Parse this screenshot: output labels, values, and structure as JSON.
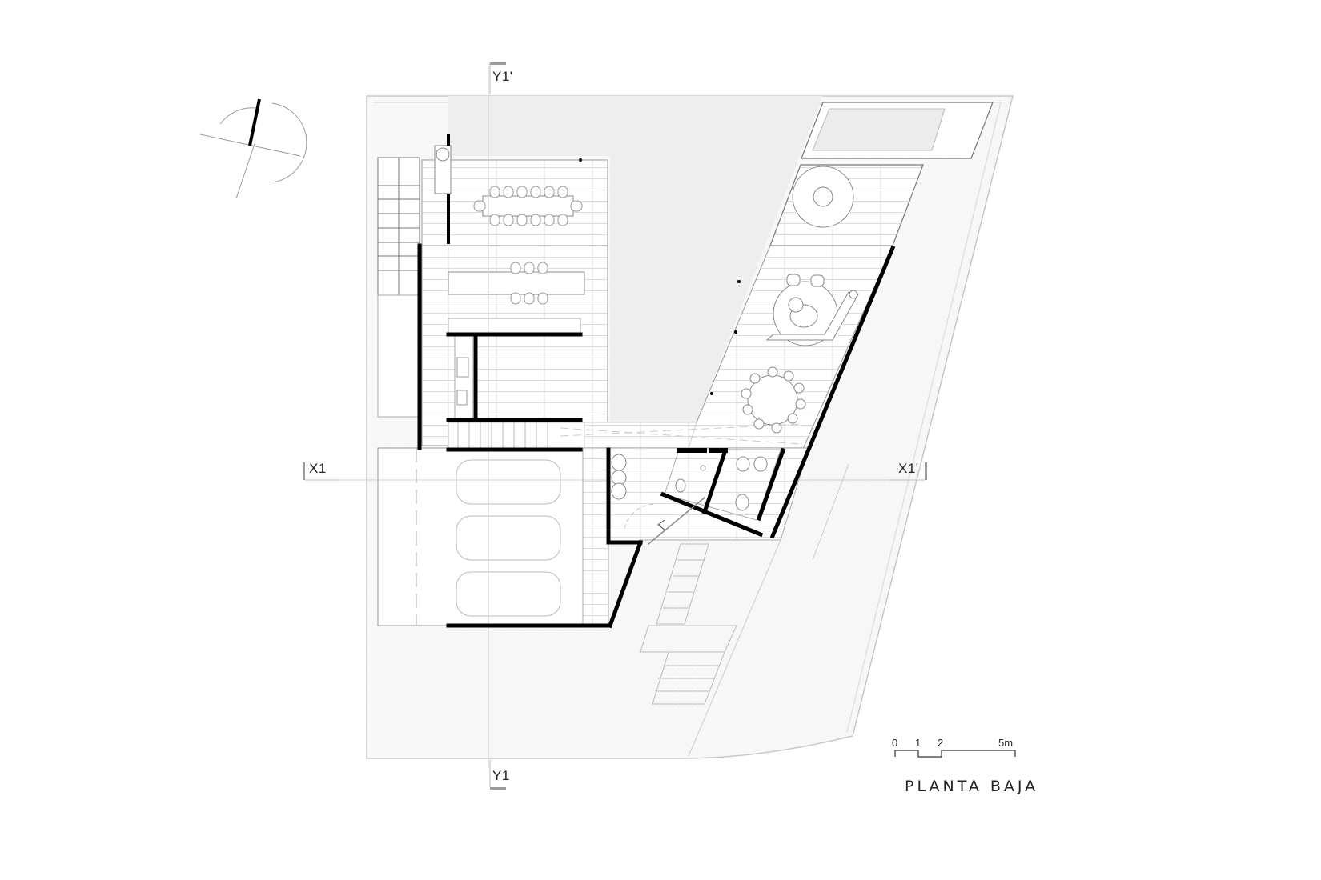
{
  "drawing": {
    "title": "PLANTA BAJA",
    "type": "architectural-floor-plan",
    "section_markers": {
      "x_left": "X1",
      "x_right": "X1'",
      "y_top": "Y1'",
      "y_bottom": "Y1"
    },
    "scale_bar": {
      "ticks": [
        "0",
        "1",
        "2",
        "5"
      ],
      "unit": "m",
      "last_label": "5m"
    },
    "north_arrow": "north-arrow-icon",
    "spaces": [
      "dining-room-10-seats",
      "kitchen-island-6-seats",
      "kitchen",
      "staircase",
      "interior-stair",
      "patio",
      "garage-3-cars",
      "entry-hall",
      "bathrooms",
      "living-room",
      "round-dining-table",
      "terrace-round-table",
      "pool",
      "entry-ramp-steps"
    ],
    "colors": {
      "wall": "#000000",
      "line": "#8a8a8a",
      "light_line": "#c8c8c8",
      "patio_fill": "#eeeeee",
      "ground_fill": "#f7f7f7",
      "background": "#ffffff",
      "marker": "#9a9a9a"
    }
  }
}
